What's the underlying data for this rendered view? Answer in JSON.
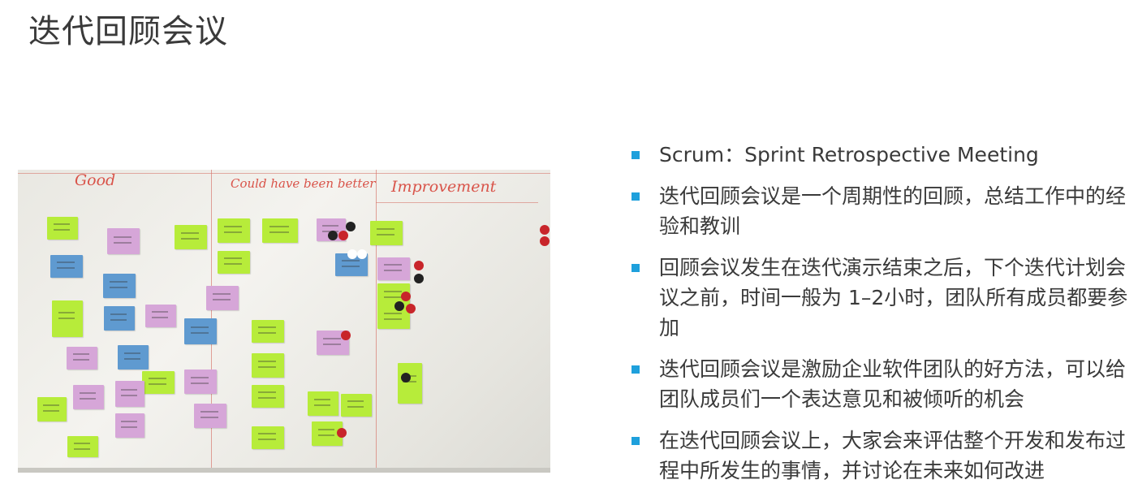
{
  "slide": {
    "title": "迭代回顾会议",
    "accent_color": "#1ea0dc"
  },
  "photo": {
    "columns": [
      "Good",
      "Could have been better",
      "Improvement"
    ]
  },
  "bullets": [
    "Scrum：Sprint Retrospective Meeting",
    "迭代回顾会议是一个周期性的回顾，总结工作中的经验和教训",
    "回顾会议发生在迭代演示结束之后，下个迭代计划会议之前，时间一般为 1–2小时，团队所有成员都要参加",
    "迭代回顾会议是激励企业软件团队的好方法，可以给团队成员们一个表达意见和被倾听的机会",
    "在迭代回顾会议上，大家会来评估整个开发和发布过程中所发生的事情，并讨论在未来如何改进"
  ]
}
